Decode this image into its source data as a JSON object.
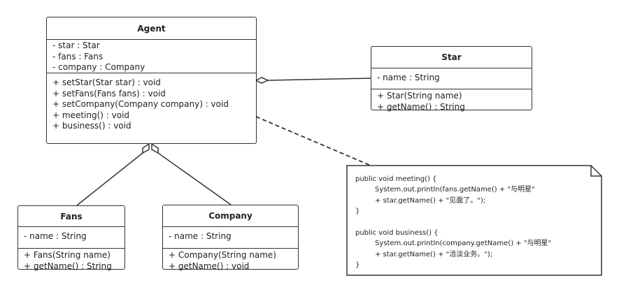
{
  "classes": {
    "agent": {
      "name": "Agent",
      "attributes": [
        "- star : Star",
        "- fans : Fans",
        "- company : Company"
      ],
      "methods": [
        "+ setStar(Star star) : void",
        "+ setFans(Fans fans) : void",
        "+ setCompany(Company company) : void",
        "+ meeting() : void",
        "+ business() : void"
      ]
    },
    "star": {
      "name": "Star",
      "attributes": [
        "- name : String"
      ],
      "methods": [
        "+ Star(String name)",
        "+ getName() : String"
      ]
    },
    "fans": {
      "name": "Fans",
      "attributes": [
        "- name : String"
      ],
      "methods": [
        "+ Fans(String name)",
        "+ getName() : String"
      ]
    },
    "company": {
      "name": "Company",
      "attributes": [
        "- name : String"
      ],
      "methods": [
        "+ Company(String name)",
        "+ getName() : void"
      ]
    }
  },
  "relations": [
    {
      "type": "aggregation",
      "from": "Agent",
      "to": "Star"
    },
    {
      "type": "aggregation",
      "from": "Agent",
      "to": "Fans"
    },
    {
      "type": "aggregation",
      "from": "Agent",
      "to": "Company"
    },
    {
      "type": "note-anchor",
      "from": "Agent",
      "to": "note"
    }
  ],
  "note": {
    "lines": [
      "public void meeting() {",
      "System.out.println(fans.getName() + \"与明星\"",
      "+ star.getName() + \"见面了。\");",
      "}",
      "",
      "public void business() {",
      "System.out.println(company.getName() + \"与明星\"",
      "+ star.getName() + \"洽淡业务。\");",
      "}"
    ]
  },
  "colors": {
    "stroke": "#333333",
    "background": "#ffffff"
  }
}
